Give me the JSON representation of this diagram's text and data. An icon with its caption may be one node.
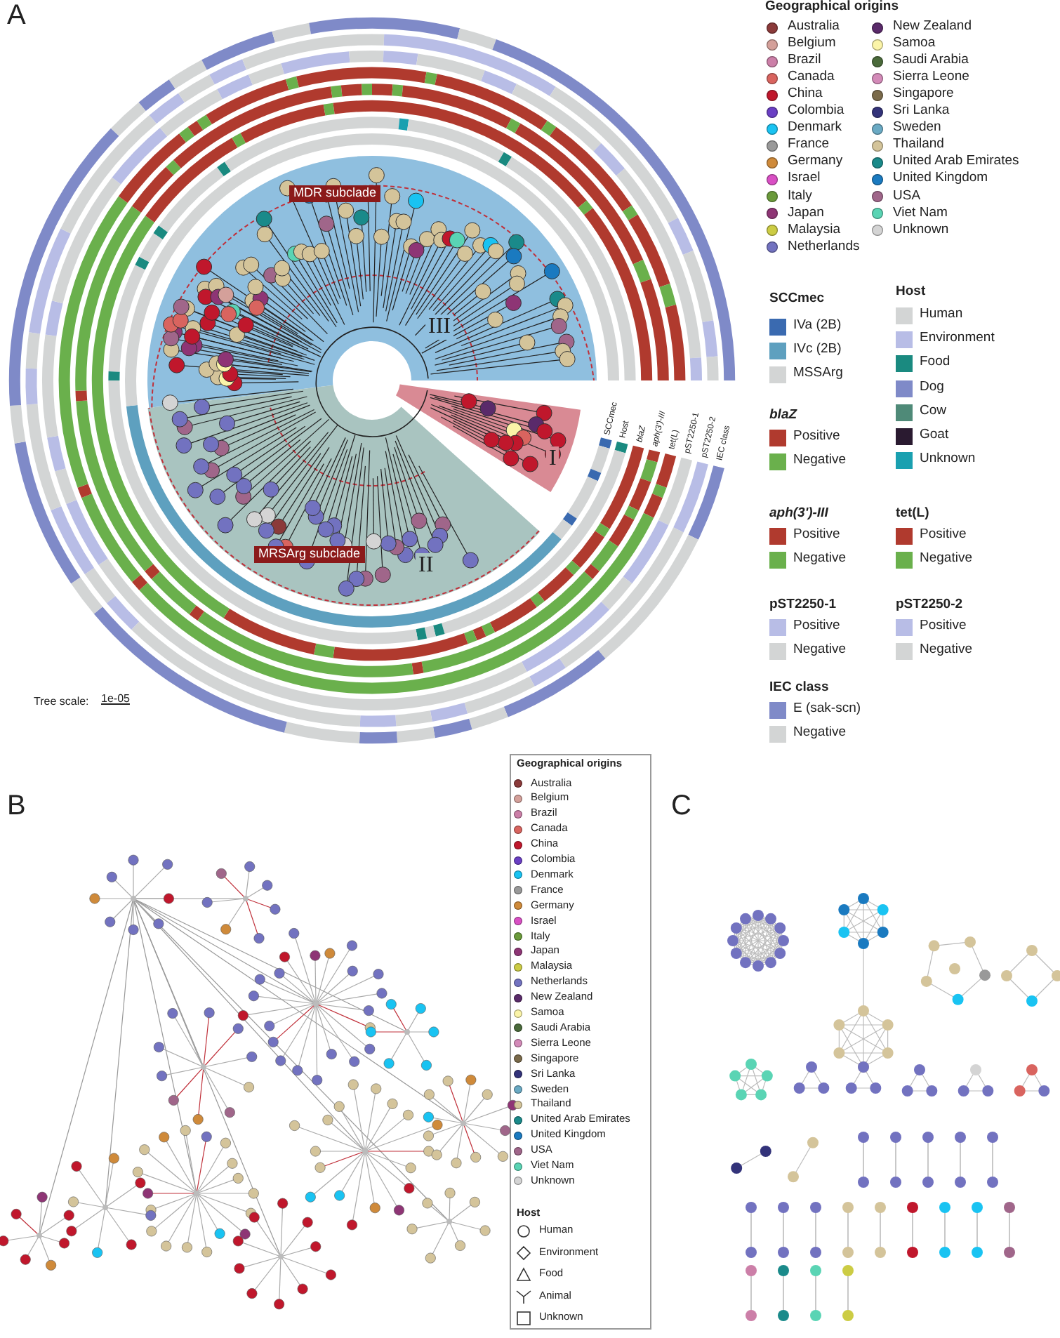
{
  "diagram": {
    "labels": [
      "A",
      "Geographical origins",
      "SCCmec",
      "Host",
      "*blaZ*",
      "*aph(3')-III*",
      "tet(L)",
      "pST2250-1",
      "pST2250-2",
      "IEC class",
      "MDR subclade",
      "III",
      "I",
      "SCCmec",
      "Host",
      "*blaZ*",
      "*aph(3')-III*",
      "tet(L)",
      "pST2250-1",
      "pST2250-2",
      "IEC class",
      "MRSArg subclade",
      "II",
      "Tree scale:",
      "1e-05",
      "B",
      "Geographical origins",
      "Host",
      "C"
    ],
    "legend": [
      {
        "text": "Australia",
        "color": "#8b3a3a"
      },
      {
        "text": "Belgium",
        "color": "#d4a09a"
      },
      {
        "text": "Brazil",
        "color": "#cc7fa8"
      },
      {
        "text": "Canada",
        "color": "#d9645f"
      },
      {
        "text": "China",
        "color": "#c0172c"
      },
      {
        "text": "Colombia",
        "color": "#6a3fc4"
      },
      {
        "text": "Denmark",
        "color": "#19c3f2"
      },
      {
        "text": "France",
        "color": "#999999"
      },
      {
        "text": "Germany",
        "color": "#cf8a3a"
      },
      {
        "text": "Israel",
        "color": "#d94fc4"
      },
      {
        "text": "Italy",
        "color": "#6a9a3a"
      },
      {
        "text": "Japan",
        "color": "#8e3575"
      },
      {
        "text": "Malaysia",
        "color": "#cccc44"
      },
      {
        "text": "Netherlands",
        "color": "#7272c0"
      },
      {
        "text": "New Zealand",
        "color": "#5a2a6a"
      },
      {
        "text": "Samoa",
        "color": "#fbf4a8"
      },
      {
        "text": "Saudi Arabia",
        "color": "#4a6a3a"
      },
      {
        "text": "Sierra Leone",
        "color": "#d38ab8"
      },
      {
        "text": "Singapore",
        "color": "#7a6a4a"
      },
      {
        "text": "Sri Lanka",
        "color": "#33337a"
      },
      {
        "text": "Sweden",
        "color": "#6aaac4"
      },
      {
        "text": "Thailand",
        "color": "#d4c49a"
      },
      {
        "text": "United Arab Emirates",
        "color": "#1a8a8a"
      },
      {
        "text": "United Kingdom",
        "color": "#1a7ac0"
      },
      {
        "text": "USA",
        "color": "#a0668a"
      },
      {
        "text": "Viet Nam",
        "color": "#5ad4b4"
      },
      {
        "text": "Unknown",
        "color": "#d4d4d4"
      },
      {
        "text": "IVa (2B)",
        "color": "#3a6ab0"
      },
      {
        "text": "IVc (2B)",
        "color": "#5ea0bf"
      },
      {
        "text": "MSSArg",
        "color": "#d3d5d5"
      },
      {
        "text": "Human",
        "color": "#d3d5d5"
      },
      {
        "text": "Environment",
        "color": "#b8bde6"
      },
      {
        "text": "Food",
        "color": "#1a8a80"
      },
      {
        "text": "Dog",
        "color": "#7f8ac8"
      },
      {
        "text": "Cow",
        "color": "#4f8a78"
      },
      {
        "text": "Goat",
        "color": "#2a1a30"
      },
      {
        "text": "Unknown",
        "color": "#1aa0b0"
      },
      {
        "text": "Positive",
        "color": "#b03a2e"
      },
      {
        "text": "Negative",
        "color": "#6ab04c"
      },
      {
        "text": "Positive",
        "color": "#b03a2e"
      },
      {
        "text": "Negative",
        "color": "#6ab04c"
      },
      {
        "text": "Positive",
        "color": "#b03a2e"
      },
      {
        "text": "Negative",
        "color": "#6ab04c"
      },
      {
        "text": "Positive",
        "color": "#b8bde6"
      },
      {
        "text": "Negative",
        "color": "#d3d5d5"
      },
      {
        "text": "Positive",
        "color": "#b8bde6"
      },
      {
        "text": "Negative",
        "color": "#d3d5d5"
      },
      {
        "text": "E (sak-scn)",
        "color": "#7f8ac8"
      },
      {
        "text": "Negative",
        "color": "#d3d5d5"
      },
      {
        "text": "Australia",
        "color": "#8b3a3a"
      },
      {
        "text": "Belgium",
        "color": "#d4a09a"
      },
      {
        "text": "Brazil",
        "color": "#cc7fa8"
      },
      {
        "text": "Canada",
        "color": "#d9645f"
      },
      {
        "text": "China",
        "color": "#c0172c"
      },
      {
        "text": "Colombia",
        "color": "#6a3fc4"
      },
      {
        "text": "Denmark",
        "color": "#19c3f2"
      },
      {
        "text": "France",
        "color": "#999999"
      },
      {
        "text": "Germany",
        "color": "#cf8a3a"
      },
      {
        "text": "Israel",
        "color": "#d94fc4"
      },
      {
        "text": "Italy",
        "color": "#6a9a3a"
      },
      {
        "text": "Japan",
        "color": "#8e3575"
      },
      {
        "text": "Malaysia",
        "color": "#cccc44"
      },
      {
        "text": "Netherlands",
        "color": "#7272c0"
      },
      {
        "text": "New Zealand",
        "color": "#5a2a6a"
      },
      {
        "text": "Samoa",
        "color": "#fbf4a8"
      },
      {
        "text": "Saudi Arabia",
        "color": "#4a6a3a"
      },
      {
        "text": "Sierra Leone",
        "color": "#d38ab8"
      },
      {
        "text": "Singapore",
        "color": "#7a6a4a"
      },
      {
        "text": "Sri Lanka",
        "color": "#33337a"
      },
      {
        "text": "Sweden",
        "color": "#6aaac4"
      },
      {
        "text": "Thailand",
        "color": "#d4c49a"
      },
      {
        "text": "United Arab Emirates",
        "color": "#1a8a8a"
      },
      {
        "text": "United Kingdom",
        "color": "#1a7ac0"
      },
      {
        "text": "USA",
        "color": "#a0668a"
      },
      {
        "text": "Viet Nam",
        "color": "#5ad4b4"
      },
      {
        "text": "Unknown",
        "color": "#d4d4d4"
      },
      {
        "text": "Human"
      },
      {
        "text": "Environment"
      },
      {
        "text": "Food"
      },
      {
        "text": "Animal"
      },
      {
        "text": "Unknown"
      }
    ]
  }
}
